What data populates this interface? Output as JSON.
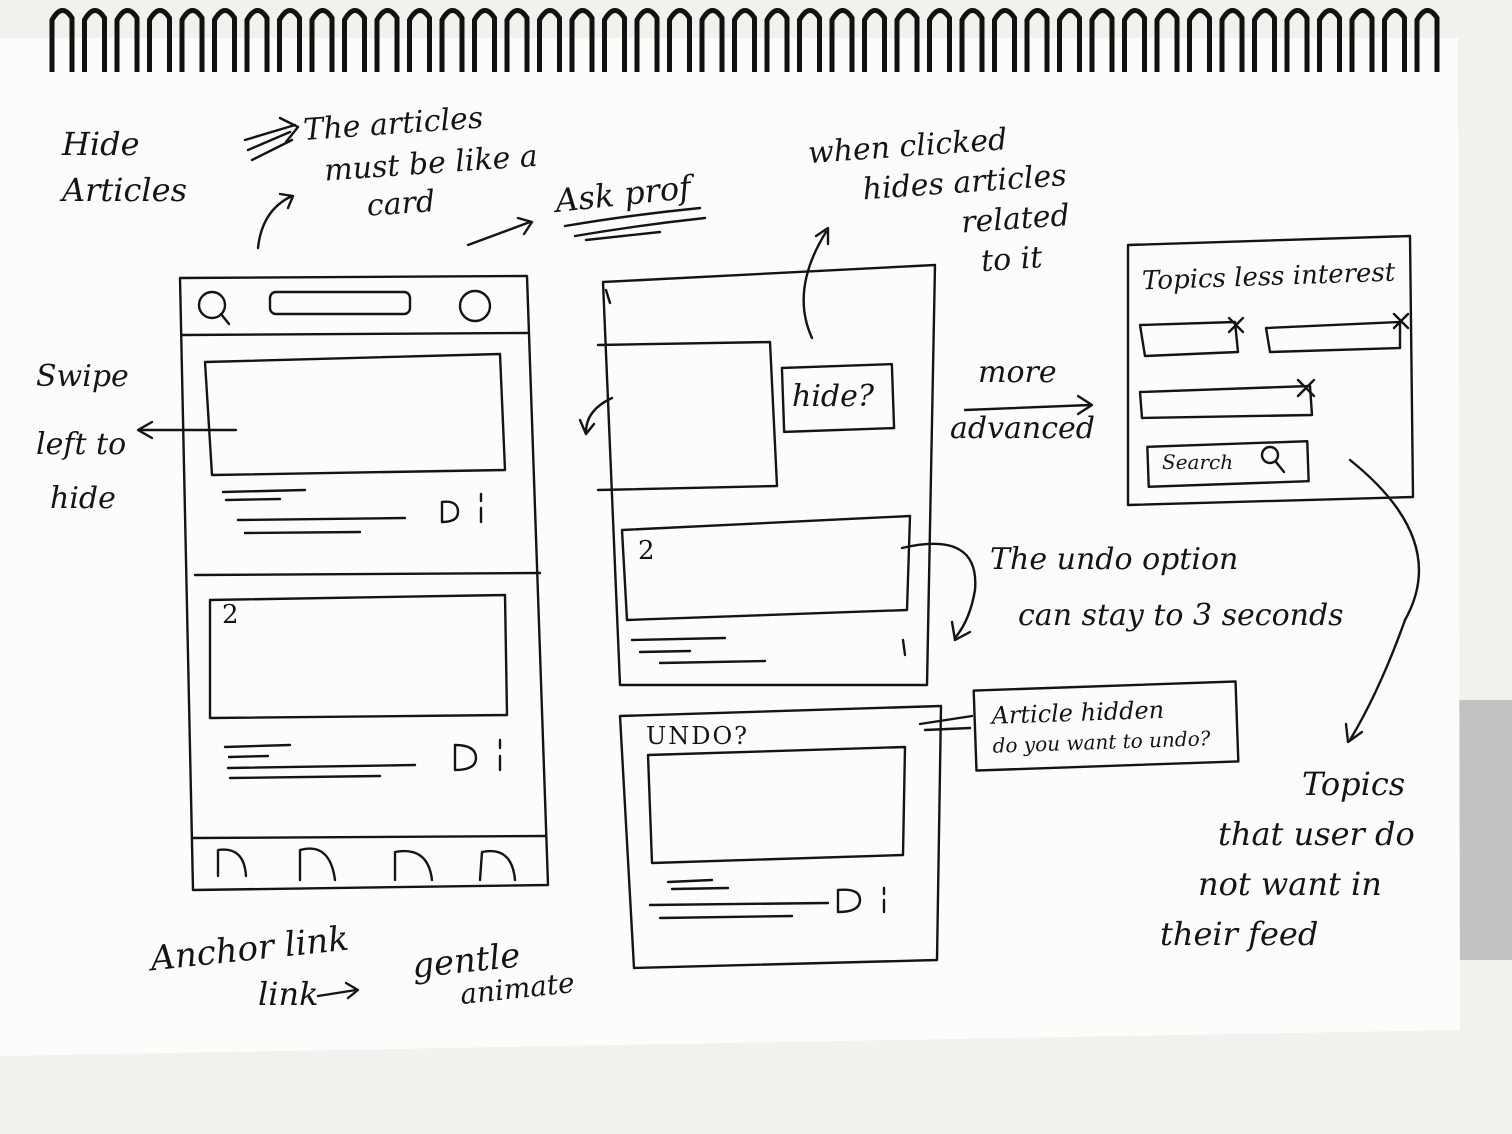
{
  "notes": {
    "hide_articles": [
      "Hide",
      "Articles"
    ],
    "card_note": [
      "The articles",
      "must be like a",
      "card"
    ],
    "ask_prof": "Ask prof",
    "when_clicked": [
      "when clicked",
      "hides articles",
      "related",
      "to it"
    ],
    "more_advanced": [
      "more",
      "advanced"
    ],
    "swipe": [
      "Swipe",
      "left to",
      "hide"
    ],
    "undo_note": [
      "The undo option",
      "can stay to 3 seconds"
    ],
    "anchor": [
      "Anchor link",
      "link",
      "gentle",
      "animate"
    ],
    "topics_note": [
      "Topics",
      "that user do",
      "not want in",
      "their feed"
    ]
  },
  "screens": {
    "feed": {
      "card_number": "2"
    },
    "hide_prompt": {
      "hide_button": "hide?",
      "card_number": "2"
    },
    "undo": {
      "undo_label": "UNDO?",
      "toast": [
        "Article hidden",
        "do you want to undo?"
      ]
    },
    "topics_panel": {
      "title": "Topics less interest",
      "search_button": "Search"
    }
  },
  "icons": [
    "search-icon",
    "profile-icon",
    "bookmark-icon",
    "more-icon",
    "close-icon",
    "arrow-icon"
  ],
  "colors": {
    "paper": "#fcfcfa",
    "ink": "#141414",
    "background": "#f3f1ee"
  }
}
